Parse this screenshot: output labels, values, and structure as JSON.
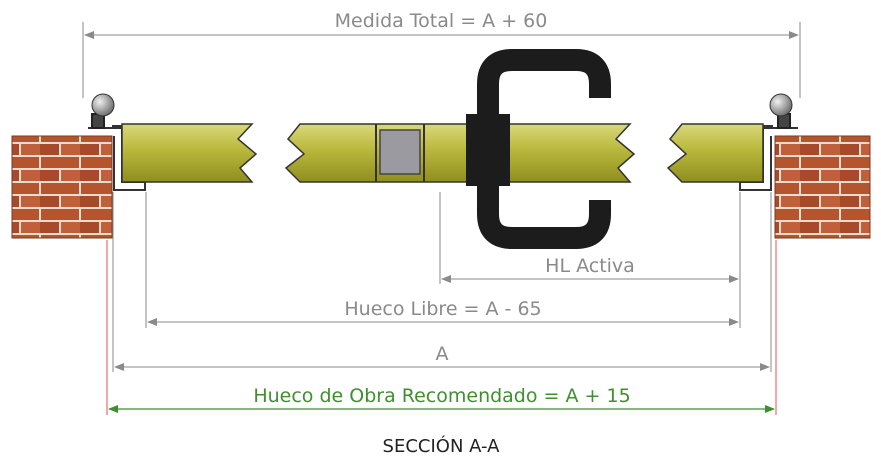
{
  "labels": {
    "total": "Medida Total = A + 60",
    "hl_activa": "HL Activa",
    "hueco_libre": "Hueco Libre = A - 65",
    "a": "A",
    "hueco_obra": "Hueco de Obra Recomendado = A + 15",
    "section": "SECCIÓN A-A"
  },
  "colors": {
    "dimension_line": "#8a8a8a",
    "recommended": "#3f8f2f",
    "reference_line": "#e05050",
    "panel": "#b9b83c",
    "brick": "#b5552e",
    "handle": "#1c1c1c",
    "hinge": "#9a9aa0"
  }
}
